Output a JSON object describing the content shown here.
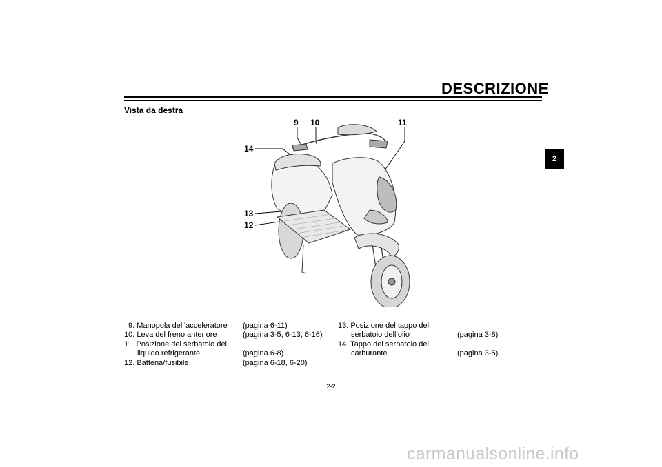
{
  "header": {
    "title": "DESCRIZIONE"
  },
  "section": {
    "title": "Vista da destra"
  },
  "chapter_tab": "2",
  "callouts": {
    "c9": "9",
    "c10": "10",
    "c11": "11",
    "c12": "12",
    "c13": "13",
    "c14": "14"
  },
  "legend": {
    "item9": {
      "label": "9. Manopola dell’acceleratore",
      "ref": "(pagina 6-11)"
    },
    "item10": {
      "label": "10. Leva del freno anteriore",
      "ref": "(pagina 3-5, 6-13, 6-16)"
    },
    "item11": {
      "label_line1": "11. Posizione del serbatoio del",
      "label_line2": "liquido refrigerante",
      "ref": "(pagina 6-8)"
    },
    "item12": {
      "label": "12. Batteria/fusibile",
      "ref": "(pagina 6-18, 6-20)"
    },
    "item13": {
      "label_line1": "13. Posizione del tappo del",
      "label_line2": "serbatoio dell’olio",
      "ref": "(pagina 3-8)"
    },
    "item14": {
      "label_line1": "14. Tappo del serbatoio del",
      "label_line2": "carburante",
      "ref": "(pagina 3-5)"
    }
  },
  "page_number": "2-2",
  "watermark": "carmanualsonline.info"
}
